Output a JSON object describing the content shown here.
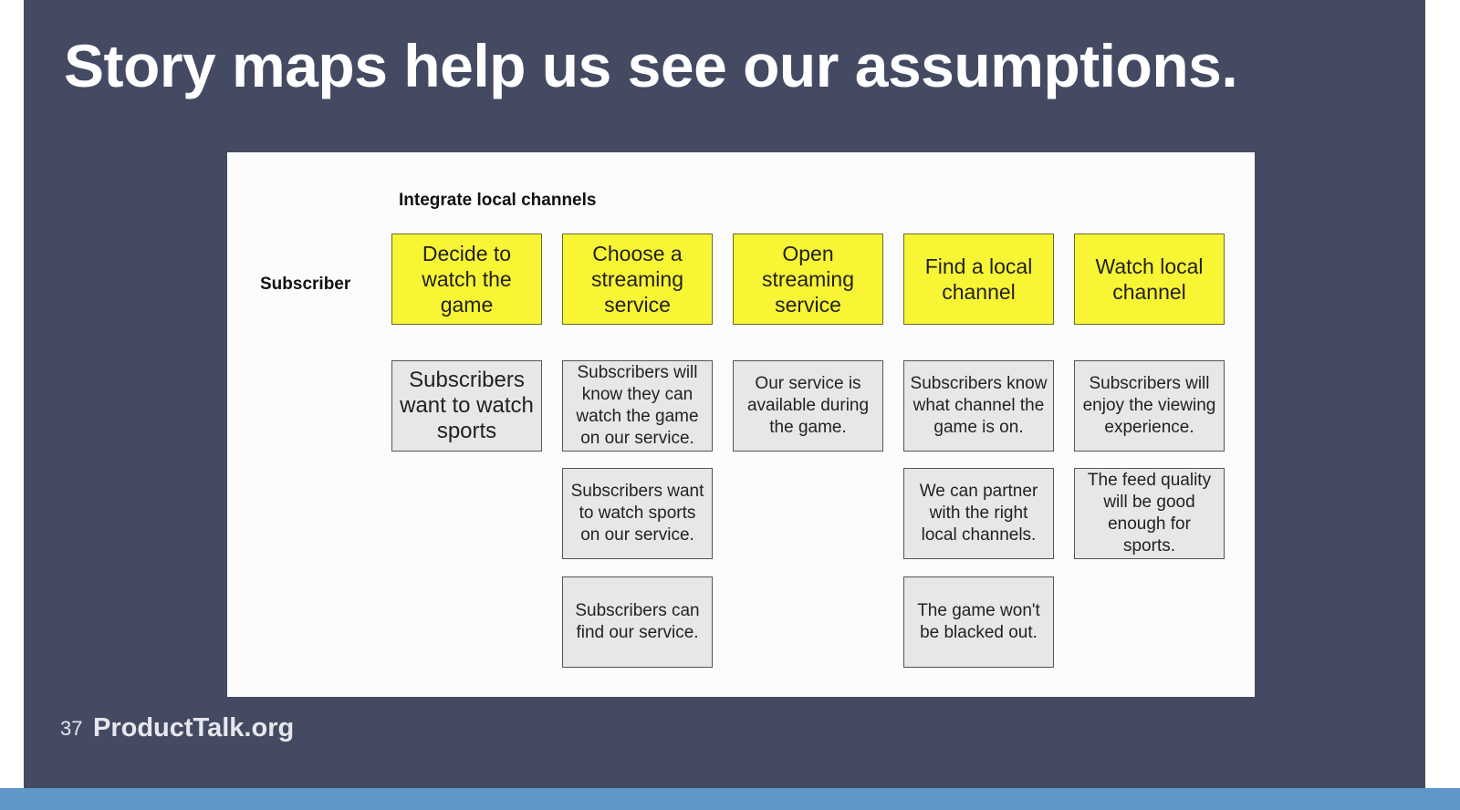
{
  "slide": {
    "title": "Story maps help us see our assumptions.",
    "page_number": "37",
    "brand": "ProductTalk.org",
    "colors": {
      "background": "#454a63",
      "activity_card": "#f8f535",
      "assumption_card": "#e7e7e7",
      "bottom_bar": "#5f97c8"
    }
  },
  "story_map": {
    "title": "Integrate local channels",
    "persona": "Subscriber",
    "activities": [
      {
        "label": "Decide to watch the game",
        "assumptions": [
          "Subscribers want to watch sports"
        ]
      },
      {
        "label": "Choose a streaming service",
        "assumptions": [
          "Subscribers will know they can watch the game on our service.",
          "Subscribers want to watch sports on our service.",
          "Subscribers can find our service."
        ]
      },
      {
        "label": "Open streaming service",
        "assumptions": [
          "Our service is available during the game."
        ]
      },
      {
        "label": "Find a local channel",
        "assumptions": [
          "Subscribers know what channel the game is on.",
          "We can partner with the right local channels.",
          "The game won't be blacked out."
        ]
      },
      {
        "label": "Watch local channel",
        "assumptions": [
          "Subscribers will enjoy the viewing experience.",
          "The feed quality will be good enough for sports."
        ]
      }
    ]
  }
}
